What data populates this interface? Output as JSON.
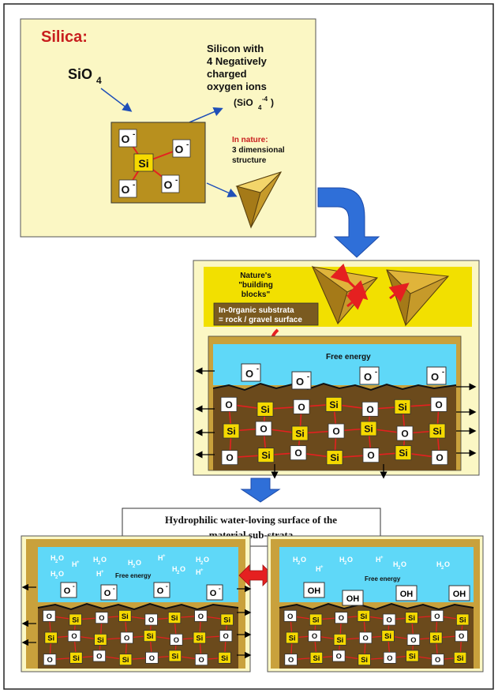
{
  "top_panel": {
    "title": "Silica:",
    "formula_main": "SiO",
    "formula_sub": "4",
    "desc_lines": [
      "Silicon with",
      "4  Negatively",
      "charged",
      "oxygen ions"
    ],
    "ion_formula": "(SiO",
    "ion_sub": "4",
    "ion_sup": "-4",
    "ion_close": ")",
    "nature_label": "In nature:",
    "nature_desc": [
      "3 dimensional",
      "structure"
    ],
    "si": "Si",
    "oxygen_ion": "O",
    "minus": "-"
  },
  "middle_panel": {
    "building_blocks": [
      "Nature's",
      "\"building",
      "blocks\""
    ],
    "substrata": [
      "In-0rganic substrata",
      "= rock / gravel surface"
    ],
    "free_energy": "Free energy"
  },
  "caption": {
    "line1": "Hydrophilic water-loving surface of the",
    "line2": "material sub-strata"
  },
  "bottom_left": {
    "free_energy": "Free energy",
    "water": "H",
    "water_sub": "2",
    "water_o": "O",
    "proton": "H",
    "proton_sup": "+"
  },
  "bottom_right": {
    "free_energy": "Free energy",
    "hydroxyl": "OH"
  },
  "lattice": {
    "o": "O",
    "si": "Si"
  },
  "colors": {
    "cream": "#fbf7c4",
    "gold": "#d8b23a",
    "brown": "#6b4a1c",
    "water": "#5fd8f8",
    "blue_arrow": "#2f6fd8",
    "si_box": "#f5d900",
    "red": "#e52020",
    "yellow_band": "#f2e000"
  }
}
